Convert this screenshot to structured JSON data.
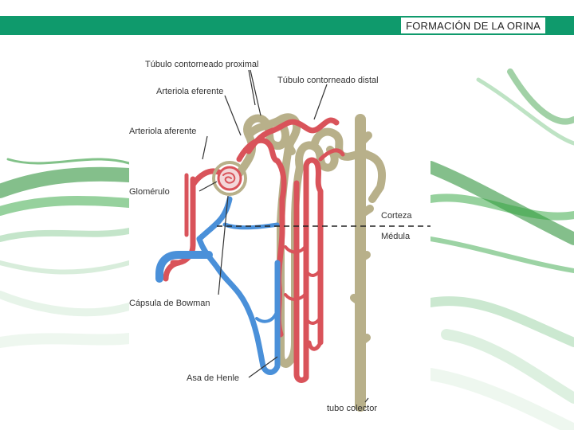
{
  "header": {
    "title": "FORMACIÓN DE LA ORINA"
  },
  "colors": {
    "header_bar": "#0f9a6c",
    "smoke_green": "#2e9a3a",
    "artery_red": "#d9535a",
    "vein_blue": "#4a90d9",
    "tubule_tan": "#b8b08a"
  },
  "diagram": {
    "labels": {
      "tubulo_proximal": "Túbulo contorneado proximal",
      "tubulo_distal": "Túbulo contorneado distal",
      "arteriola_eferente": "Arteriola eferente",
      "arteriola_aferente": "Arteriola aferente",
      "glomerulo": "Glomérulo",
      "corteza": "Corteza",
      "medula": "Médula",
      "capsula_bowman": "Cápsula de Bowman",
      "asa_henle": "Asa de Henle",
      "tubo_colector": "tubo colector"
    }
  }
}
